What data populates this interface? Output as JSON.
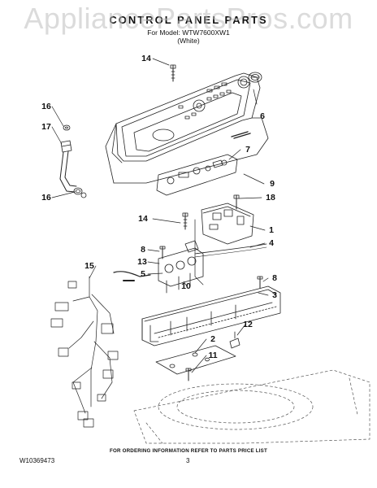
{
  "watermark": "AppliancePartsPros.com",
  "header": {
    "title": "CONTROL PANEL PARTS",
    "model_line": "For Model: WTW7600XW1",
    "color_line": "(White)"
  },
  "callouts": [
    {
      "id": "14a",
      "label": "14"
    },
    {
      "id": "16a",
      "label": "16"
    },
    {
      "id": "17",
      "label": "17"
    },
    {
      "id": "6",
      "label": "6"
    },
    {
      "id": "7",
      "label": "7"
    },
    {
      "id": "9",
      "label": "9"
    },
    {
      "id": "16b",
      "label": "16"
    },
    {
      "id": "18",
      "label": "18"
    },
    {
      "id": "14b",
      "label": "14"
    },
    {
      "id": "1",
      "label": "1"
    },
    {
      "id": "4",
      "label": "4"
    },
    {
      "id": "8a",
      "label": "8"
    },
    {
      "id": "13",
      "label": "13"
    },
    {
      "id": "15",
      "label": "15"
    },
    {
      "id": "5",
      "label": "5"
    },
    {
      "id": "10",
      "label": "10"
    },
    {
      "id": "8b",
      "label": "8"
    },
    {
      "id": "3",
      "label": "3"
    },
    {
      "id": "12",
      "label": "12"
    },
    {
      "id": "2",
      "label": "2"
    },
    {
      "id": "11",
      "label": "11"
    }
  ],
  "footer": {
    "note": "FOR ORDERING INFORMATION REFER TO PARTS PRICE LIST",
    "doc_number": "W10369473",
    "page_number": "3"
  }
}
